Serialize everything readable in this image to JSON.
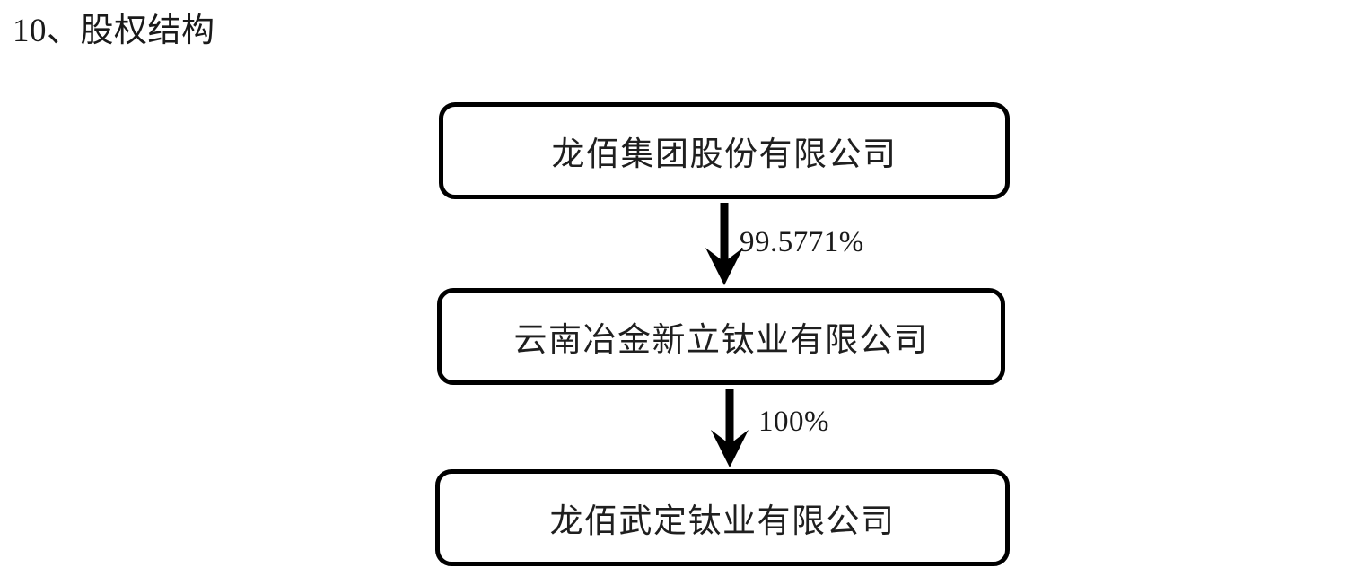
{
  "page": {
    "title": "10、股权结构",
    "background_color": "#ffffff",
    "text_color": "#000000"
  },
  "chart_data": {
    "type": "diagram",
    "subtype": "org-chart-vertical",
    "title": "10、股权结构",
    "orientation": "top-down",
    "nodes": [
      {
        "id": "parent",
        "label": "龙佰集团股份有限公司",
        "level": 0
      },
      {
        "id": "mid",
        "label": "云南冶金新立钛业有限公司",
        "level": 1
      },
      {
        "id": "child",
        "label": "龙佰武定钛业有限公司",
        "level": 2
      }
    ],
    "edges": [
      {
        "from": "parent",
        "to": "mid",
        "label": "99.5771%",
        "value": 99.5771,
        "arrow": "down-arrow-icon"
      },
      {
        "from": "mid",
        "to": "child",
        "label": "100%",
        "value": 100,
        "arrow": "down-arrow-icon"
      }
    ],
    "node_style": {
      "shape": "rounded-rectangle",
      "fill": "#ffffff",
      "stroke": "#000000",
      "stroke_width": 5,
      "corner_radius": 18
    },
    "edge_style": {
      "stroke": "#000000",
      "stroke_width": 6
    }
  }
}
